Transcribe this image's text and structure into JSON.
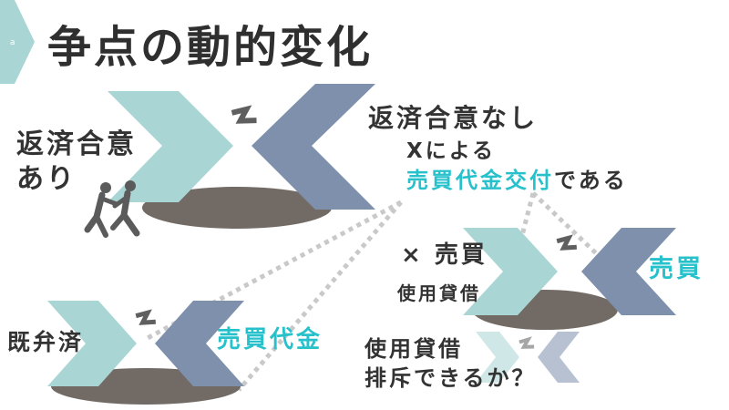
{
  "corner": {
    "label": "a",
    "color": "#a9d6d4"
  },
  "title": "争点の動的変化",
  "colors": {
    "teal_chevron": "#a9d6d4",
    "slate_chevron": "#7e90ac",
    "platform": "#726a64",
    "accent_text": "#27c1cc",
    "dotted_line": "#c9c9c9",
    "figure": "#5b5b5b"
  },
  "scenes": {
    "main": {
      "left_label_line1": "返済合意",
      "left_label_line2": "あり",
      "right_label": "返済合意なし",
      "note_line1": "Xによる",
      "note_accent": "売買代金交付",
      "note_suffix": "である"
    },
    "lower_left": {
      "left_label": "既弁済",
      "right_label": "売買代金"
    },
    "lower_right": {
      "left_label": "× 売買",
      "left_sublabel": "使用貸借",
      "right_label": "売買"
    },
    "small": {
      "label_line1": "使用貸借",
      "label_line2": "排斥できるか？"
    }
  },
  "icons": [
    "collision-icon",
    "runner-figures-icon"
  ]
}
